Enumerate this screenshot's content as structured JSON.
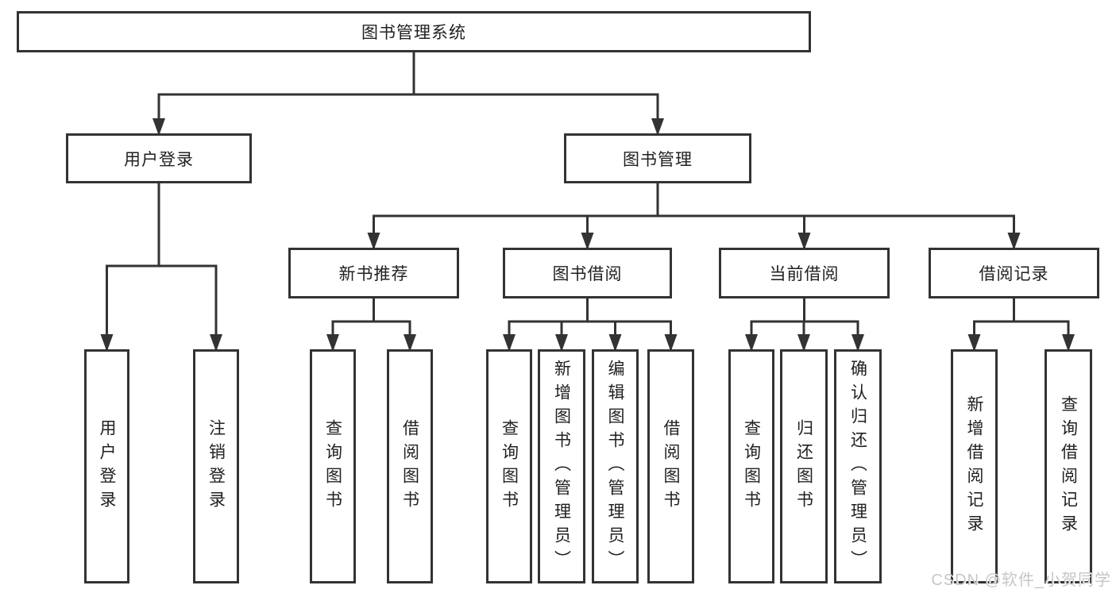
{
  "diagram": {
    "title": "图书管理系统",
    "watermark": "CSDN @软件_小贺同学",
    "colors": {
      "line": "#333333",
      "box_border": "#333333",
      "text": "#212121",
      "watermark": "#c6c6c6",
      "background": "#ffffff"
    },
    "nodes": [
      {
        "id": "root",
        "label": "图书管理系统",
        "parent": null,
        "vertical": false
      },
      {
        "id": "user-login",
        "label": "用户登录",
        "parent": "root",
        "vertical": false
      },
      {
        "id": "book-mgmt",
        "label": "图书管理",
        "parent": "root",
        "vertical": false
      },
      {
        "id": "new-book-rec",
        "label": "新书推荐",
        "parent": "book-mgmt",
        "vertical": false
      },
      {
        "id": "book-borrow",
        "label": "图书借阅",
        "parent": "book-mgmt",
        "vertical": false
      },
      {
        "id": "current-borrow",
        "label": "当前借阅",
        "parent": "book-mgmt",
        "vertical": false
      },
      {
        "id": "borrow-records",
        "label": "借阅记录",
        "parent": "book-mgmt",
        "vertical": false
      },
      {
        "id": "leaf-user-login",
        "label": "用户登录",
        "parent": "user-login",
        "vertical": true
      },
      {
        "id": "leaf-logout",
        "label": "注销登录",
        "parent": "user-login",
        "vertical": true
      },
      {
        "id": "leaf-rec-query",
        "label": "查询图书",
        "parent": "new-book-rec",
        "vertical": true
      },
      {
        "id": "leaf-rec-borrow",
        "label": "借阅图书",
        "parent": "new-book-rec",
        "vertical": true
      },
      {
        "id": "leaf-bb-query",
        "label": "查询图书",
        "parent": "book-borrow",
        "vertical": true
      },
      {
        "id": "leaf-bb-add",
        "label": "新增图书（管理员）",
        "parent": "book-borrow",
        "vertical": true
      },
      {
        "id": "leaf-bb-edit",
        "label": "编辑图书（管理员）",
        "parent": "book-borrow",
        "vertical": true
      },
      {
        "id": "leaf-bb-borrow",
        "label": "借阅图书",
        "parent": "book-borrow",
        "vertical": true
      },
      {
        "id": "leaf-cb-query",
        "label": "查询图书",
        "parent": "current-borrow",
        "vertical": true
      },
      {
        "id": "leaf-cb-return",
        "label": "归还图书",
        "parent": "current-borrow",
        "vertical": true
      },
      {
        "id": "leaf-cb-confirm",
        "label": "确认归还（管理员）",
        "parent": "current-borrow",
        "vertical": true
      },
      {
        "id": "leaf-br-add",
        "label": "新增借阅记录",
        "parent": "borrow-records",
        "vertical": true
      },
      {
        "id": "leaf-br-query",
        "label": "查询借阅记录",
        "parent": "borrow-records",
        "vertical": true
      }
    ]
  }
}
